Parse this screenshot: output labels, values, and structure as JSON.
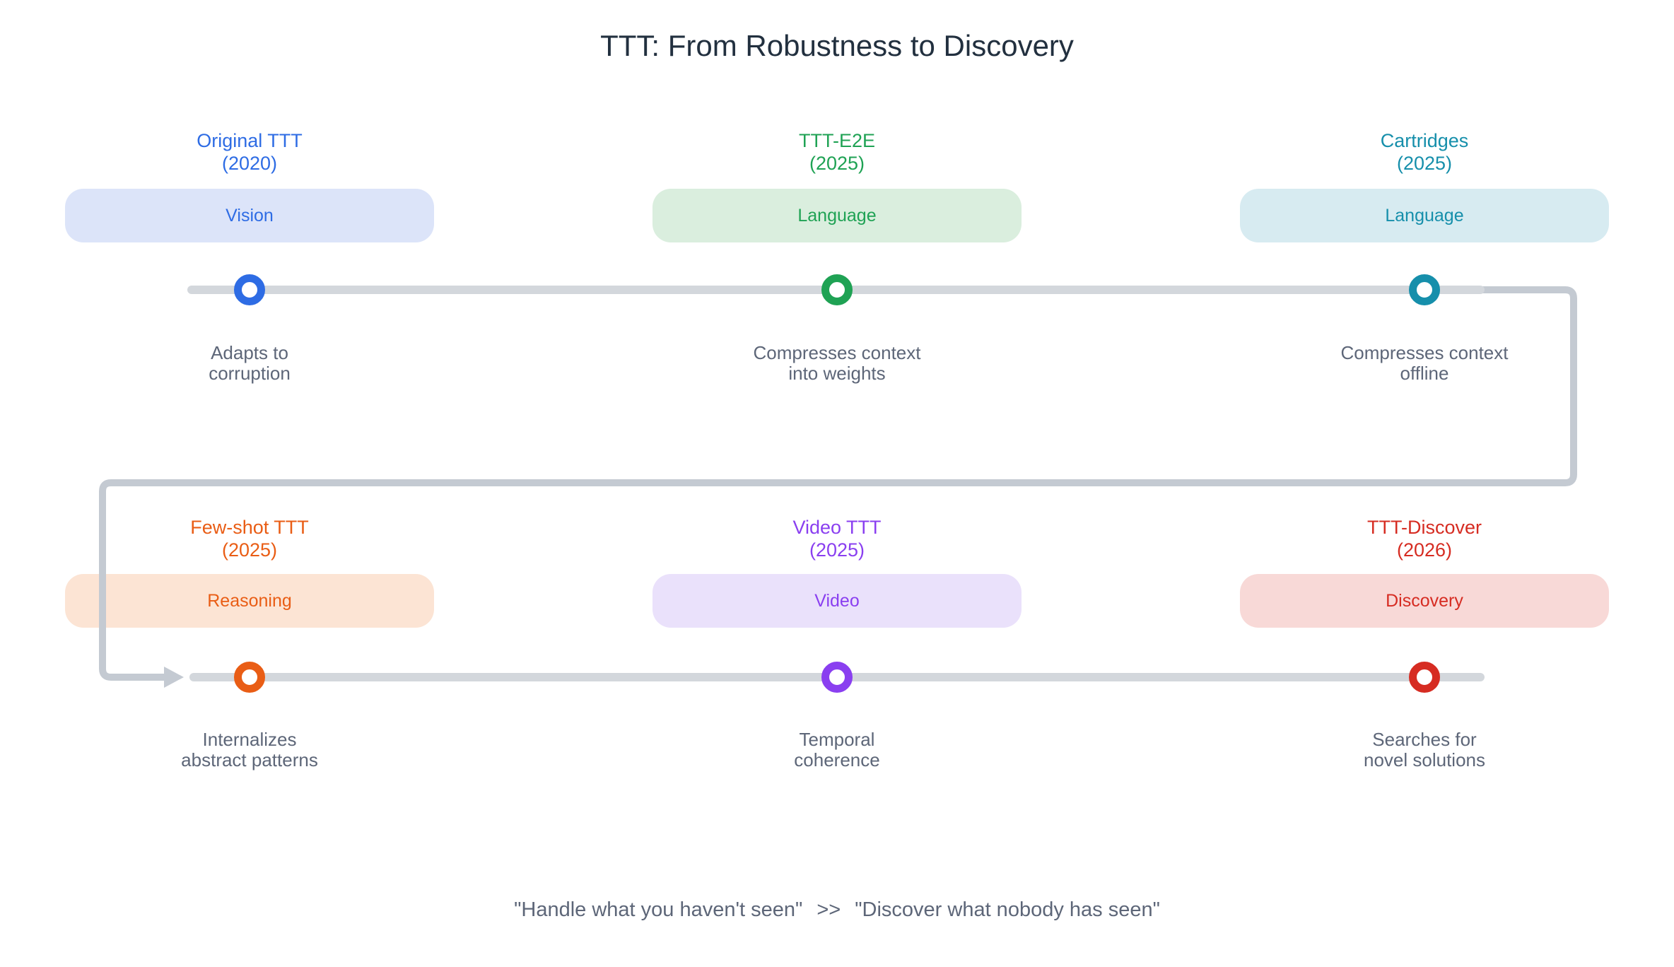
{
  "title": "TTT: From Robustness to Discovery",
  "timeline": {
    "rows": [
      {
        "items": [
          {
            "name": "Original TTT",
            "year": "(2020)",
            "badge": "Vision",
            "description": "Adapts to\ncorruption",
            "accent": "#2e6ce4",
            "badge_bg": "#dce4f9"
          },
          {
            "name": "TTT-E2E",
            "year": "(2025)",
            "badge": "Language",
            "description": "Compresses context\ninto weights",
            "accent": "#1fa254",
            "badge_bg": "#daeede"
          },
          {
            "name": "Cartridges",
            "year": "(2025)",
            "badge": "Language",
            "description": "Compresses context\noffline",
            "accent": "#168fab",
            "badge_bg": "#d7ebf1"
          }
        ]
      },
      {
        "items": [
          {
            "name": "Few-shot TTT",
            "year": "(2025)",
            "badge": "Reasoning",
            "description": "Internalizes\nabstract patterns",
            "accent": "#e95d15",
            "badge_bg": "#fce4d4"
          },
          {
            "name": "Video TTT",
            "year": "(2025)",
            "badge": "Video",
            "description": "Temporal\ncoherence",
            "accent": "#8a3ff0",
            "badge_bg": "#eae1fb"
          },
          {
            "name": "TTT-Discover",
            "year": "(2026)",
            "badge": "Discovery",
            "description": "Searches for\nnovel solutions",
            "accent": "#d62c22",
            "badge_bg": "#f8d9d7"
          }
        ]
      }
    ]
  },
  "footer": {
    "quote_left": "\"Handle what you haven't seen\"",
    "separator": ">>",
    "quote_right": "\"Discover what nobody has seen\""
  },
  "colors": {
    "title": "#22303f",
    "description": "#5d6678",
    "line": "#d3d7dc",
    "connector": "#c4cad2",
    "footer_text": "#5d6678",
    "background": "#ffffff"
  }
}
